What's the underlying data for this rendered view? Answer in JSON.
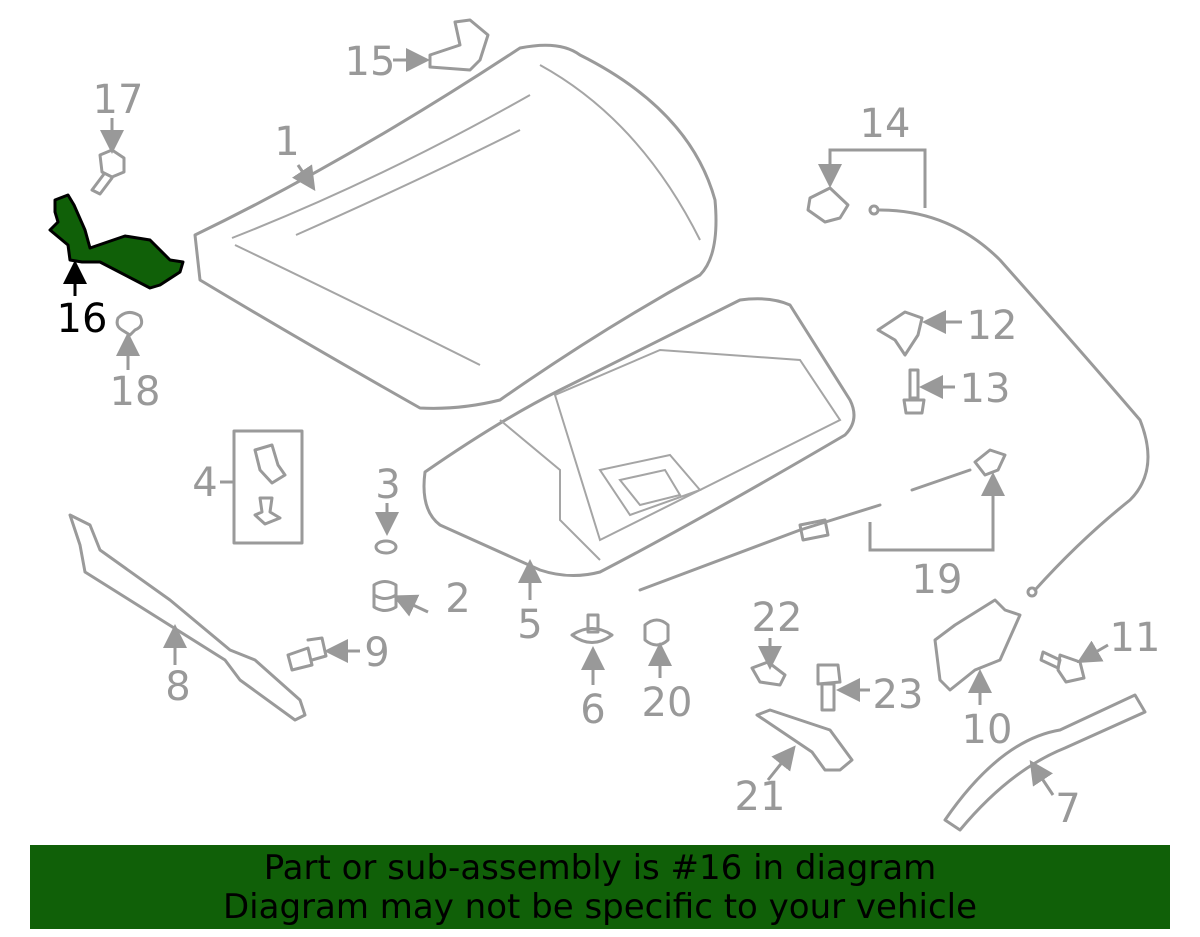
{
  "diagram": {
    "highlighted_part": "16",
    "highlight_color": "#106008",
    "callouts": [
      "1",
      "2",
      "3",
      "4",
      "5",
      "6",
      "7",
      "8",
      "9",
      "10",
      "11",
      "12",
      "13",
      "14",
      "15",
      "16",
      "17",
      "18",
      "19",
      "20",
      "21",
      "22",
      "23"
    ]
  },
  "banner": {
    "line1": "Part or sub-assembly is #16 in diagram",
    "line2": "Diagram may not be specific to your vehicle",
    "background": "#106008"
  }
}
